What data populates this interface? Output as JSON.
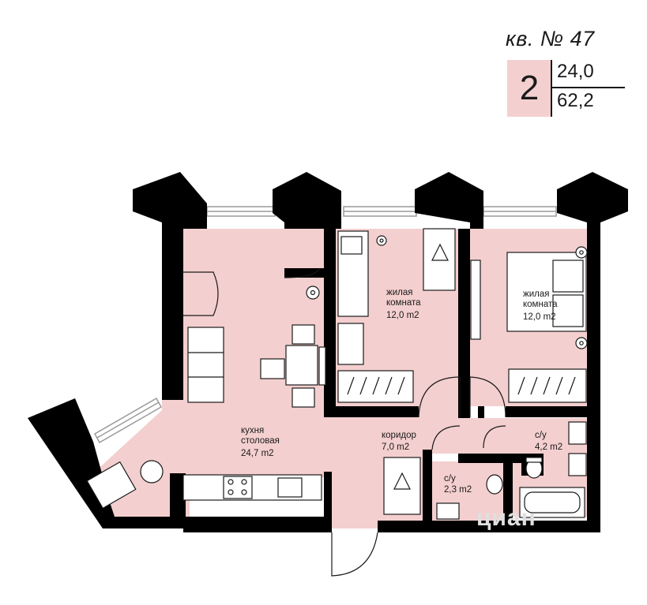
{
  "header": {
    "apartment_label": "кв. № 47",
    "rooms": "2",
    "living_area": "24,0",
    "total_area": "62,2"
  },
  "rooms": {
    "kitchen": {
      "name_line1": "кухня",
      "name_line2": "столовая",
      "area": "24,7 m2"
    },
    "bedroom1": {
      "name_line1": "жилая",
      "name_line2": "комната",
      "area": "12,0 m2"
    },
    "bedroom2": {
      "name_line1": "жилая",
      "name_line2": "комната",
      "area": "12,0 m2"
    },
    "corridor": {
      "name": "коридор",
      "area": "7,0 m2"
    },
    "bath_large": {
      "name": "с/у",
      "area": "4,2 m2"
    },
    "bath_small": {
      "name": "с/у",
      "area": "2,3 m2"
    }
  },
  "watermark": "циан",
  "colors": {
    "floor": "#f4cfcf",
    "wall": "#000000",
    "furniture_stroke": "#1a1a1a"
  }
}
